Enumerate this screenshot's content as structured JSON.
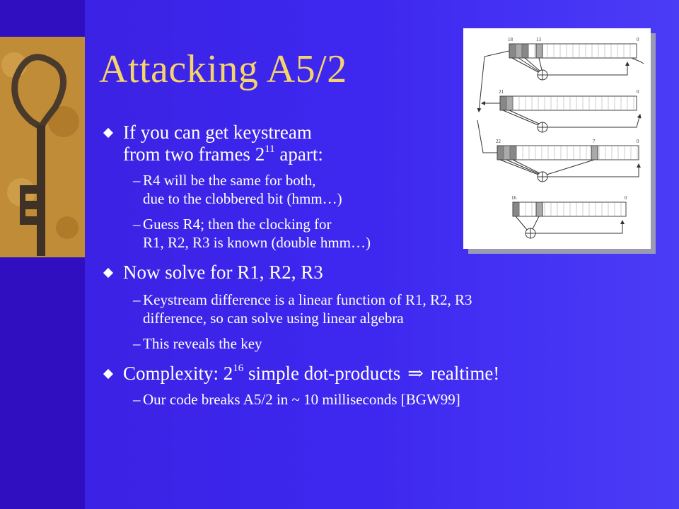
{
  "slide": {
    "title": "Attacking A5/2"
  },
  "bullets": {
    "b1_line1": "If you can get keystream",
    "b1_line2_pre": "from two frames 2",
    "b1_line2_sup": "11",
    "b1_line2_post": " apart:",
    "b1_sub1_line1": "R4 will be the same for both,",
    "b1_sub1_line2": "due to the clobbered bit (hmm…)",
    "b1_sub2_line1": "Guess R4; then the clocking for",
    "b1_sub2_line2": "R1, R2, R3 is known (double hmm…)",
    "b2_line1": "Now solve for R1, R2, R3",
    "b2_sub1_line1": "Keystream difference is a linear function of R1, R2, R3",
    "b2_sub1_line2": "difference, so can solve using linear algebra",
    "b2_sub2": "This reveals the key",
    "b3_pre": "Complexity: 2",
    "b3_sup": "16",
    "b3_mid": " simple dot-products",
    "b3_arrow": "⇒",
    "b3_post": "realtime!",
    "b3_sub1": "Our code breaks A5/2 in ~ 10 milliseconds [BGW99]",
    "dash": "–"
  },
  "diagram": {
    "reg1_labels": [
      "18",
      "13",
      "0"
    ],
    "reg2_labels": [
      "21",
      "0"
    ],
    "reg3_labels": [
      "22",
      "7",
      "0"
    ],
    "reg4_labels": [
      "16",
      "0"
    ]
  },
  "colors": {
    "background": "#3e28f0",
    "title": "#f5d46a",
    "text": "#ffffff"
  }
}
